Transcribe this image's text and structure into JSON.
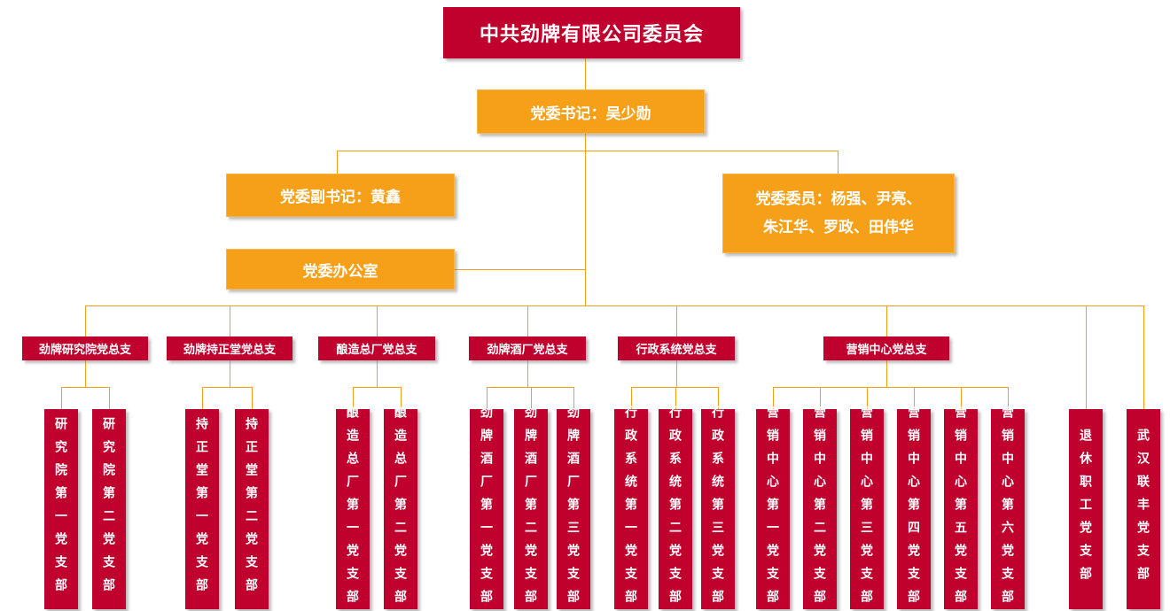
{
  "title": "中共劲牌有限公司委员会",
  "colors": {
    "crimson": "#C0002D",
    "orange": "#F6A019",
    "line": "#F6A019",
    "text": "#FFFFFF"
  },
  "leaders": {
    "secretary": "党委书记：吴少勋",
    "deputy": "党委副书记：黄鑫",
    "members_line1": "党委委员：杨强、尹亮、",
    "members_line2": "朱江华、罗政、田伟华",
    "office": "党委办公室"
  },
  "branches": [
    {
      "label": "劲牌研究院党总支",
      "children": [
        "研究院第一党支部",
        "研究院第二党支部"
      ]
    },
    {
      "label": "劲牌持正堂党总支",
      "children": [
        "持正堂第一党支部",
        "持正堂第二党支部"
      ]
    },
    {
      "label": "酿造总厂党总支",
      "children": [
        "酿造总厂第一党支部",
        "酿造总厂第二党支部"
      ]
    },
    {
      "label": "劲牌酒厂党总支",
      "children": [
        "劲牌酒厂第一党支部",
        "劲牌酒厂第二党支部",
        "劲牌酒厂第三党支部"
      ]
    },
    {
      "label": "行政系统党总支",
      "children": [
        "行政系统第一党支部",
        "行政系统第二党支部",
        "行政系统第三党支部"
      ]
    },
    {
      "label": "营销中心党总支",
      "children": [
        "营销中心第一党支部",
        "营销中心第二党支部",
        "营销中心第三党支部",
        "营销中心第四党支部",
        "营销中心第五党支部",
        "营销中心第六党支部"
      ]
    }
  ],
  "standalone": [
    "退休职工党支部",
    "武汉联丰党支部"
  ]
}
